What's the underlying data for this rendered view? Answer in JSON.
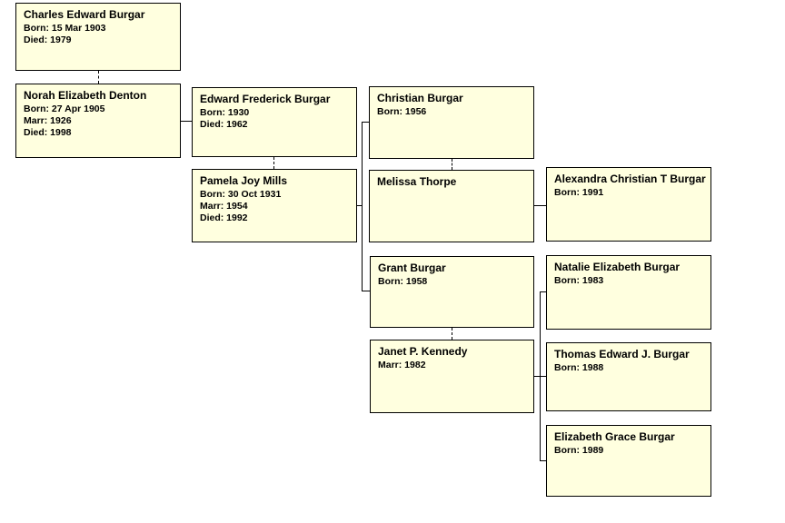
{
  "colors": {
    "box_fill": "#FFFFDF",
    "box_border": "#000000",
    "line_color": "#000000",
    "background": "#FFFFFF",
    "text": "#000000"
  },
  "people": [
    {
      "name": "Charles Edward Burgar",
      "details": [
        "Born: 15 Mar 1903",
        "Died: 1979"
      ]
    },
    {
      "name": "Norah Elizabeth Denton",
      "details": [
        "Born: 27 Apr 1905",
        "Marr: 1926",
        "Died: 1998"
      ]
    },
    {
      "name": "Edward Frederick Burgar",
      "details": [
        "Born: 1930",
        "Died: 1962"
      ]
    },
    {
      "name": "Pamela Joy Mills",
      "details": [
        "Born: 30 Oct 1931",
        "Marr: 1954",
        "Died: 1992"
      ]
    },
    {
      "name": "Christian Burgar",
      "details": [
        "Born: 1956"
      ]
    },
    {
      "name": "Melissa Thorpe",
      "details": []
    },
    {
      "name": "Grant Burgar",
      "details": [
        "Born: 1958"
      ]
    },
    {
      "name": "Janet P. Kennedy",
      "details": [
        "Marr: 1982"
      ]
    },
    {
      "name": "Alexandra Christian T Burgar",
      "details": [
        "Born: 1991"
      ]
    },
    {
      "name": "Natalie Elizabeth Burgar",
      "details": [
        "Born: 1983"
      ]
    },
    {
      "name": "Thomas Edward J. Burgar",
      "details": [
        "Born: 1988"
      ]
    },
    {
      "name": "Elizabeth Grace Burgar",
      "details": [
        "Born: 1989"
      ]
    }
  ],
  "families": [
    {
      "spouse1": "Charles Edward Burgar",
      "spouse2": "Norah Elizabeth Denton",
      "children": [
        "Edward Frederick Burgar"
      ]
    },
    {
      "spouse1": "Edward Frederick Burgar",
      "spouse2": "Pamela Joy Mills",
      "children": [
        "Christian Burgar",
        "Grant Burgar"
      ]
    },
    {
      "spouse1": "Christian Burgar",
      "spouse2": "Melissa Thorpe",
      "children": [
        "Alexandra Christian T Burgar"
      ]
    },
    {
      "spouse1": "Grant Burgar",
      "spouse2": "Janet P. Kennedy",
      "children": [
        "Natalie Elizabeth Burgar",
        "Thomas Edward J. Burgar",
        "Elizabeth Grace Burgar"
      ]
    }
  ]
}
